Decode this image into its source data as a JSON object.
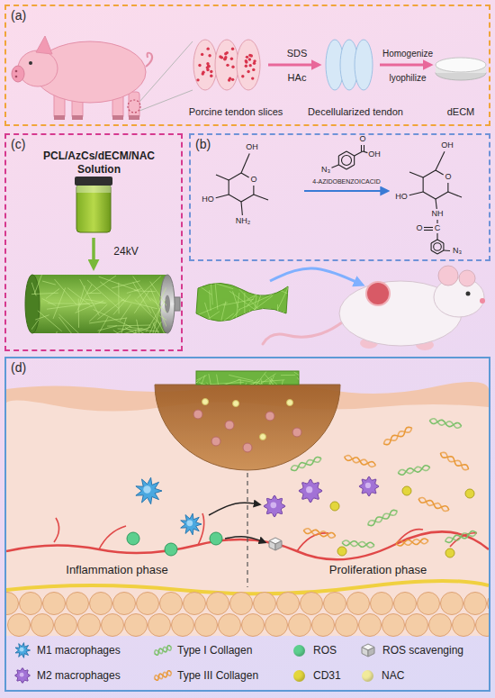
{
  "diagram": {
    "nodes": [
      {
        "text": [
          "(a)"
        ]
      },
      {
        "text": [
          "(c)"
        ]
      },
      {
        "text": [
          "(b)"
        ]
      },
      {
        "text": [
          "(d)"
        ]
      }
    ],
    "labels": [
      "SDS",
      "HAc",
      "Homogenize",
      "lyophilize",
      "Porcine tendon slices",
      "Decellularized tendon",
      "dECM",
      "PCL/AzCs/dECM/NAC",
      "Solution",
      "24kV",
      "OH",
      "O",
      "HO",
      "NH₂",
      "O",
      "OH",
      "N₃",
      "4-AZIDOBENZOICACID",
      "OH",
      "O",
      "HO",
      "NH",
      "O",
      "C",
      "N₃",
      "Inflammation phase",
      "Proliferation phase"
    ],
    "legend": [
      {
        "text": "M1 macrophages"
      },
      {
        "text": "Type I Collagen"
      },
      {
        "text": "ROS",
        "color": "#5ccf8e"
      },
      {
        "text": "ROS scavenging"
      },
      {
        "text": "M2 macrophages"
      },
      {
        "text": "Type III Collagen"
      },
      {
        "text": "CD31",
        "color": "#e3d63c"
      },
      {
        "text": "NAC",
        "color": "#f1ea9a"
      }
    ]
  }
}
